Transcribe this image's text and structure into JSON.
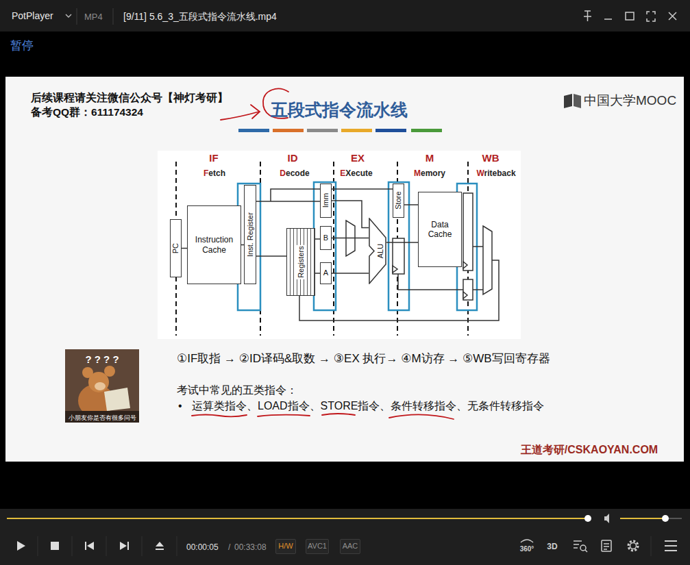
{
  "diagram": {
    "title": "五段式指令流水线",
    "nodes": [
      {
        "text": [
          "PC"
        ]
      },
      {
        "text": [
          "Instruction Cache"
        ]
      },
      {
        "text": [
          "Inst. Register"
        ]
      },
      {
        "text": [
          "Registers"
        ]
      },
      {
        "text": [
          "Imm"
        ]
      },
      {
        "text": [
          "B"
        ]
      },
      {
        "text": [
          "A"
        ]
      },
      {
        "text": [
          "ALU"
        ]
      },
      {
        "text": [
          "Store"
        ]
      },
      {
        "text": [
          "Data Cache"
        ]
      },
      {
        "text": [
          "H/W"
        ]
      },
      {
        "text": [
          "AVC1"
        ]
      },
      {
        "text": [
          "AAC"
        ]
      }
    ],
    "edges": [
      {
        "from": 0,
        "to": 1,
        "arrow": "none"
      },
      {
        "from": 1,
        "to": 2,
        "arrow": "none"
      },
      {
        "from": 2,
        "to": 3,
        "arrow": "none"
      },
      {
        "from": 2,
        "to": 4,
        "arrow": "none"
      },
      {
        "from": 3,
        "to": 5,
        "arrow": "none"
      },
      {
        "from": 3,
        "to": 6,
        "arrow": "none"
      },
      {
        "from": 4,
        "to": 7,
        "arrow": "none"
      },
      {
        "from": 5,
        "to": 7,
        "arrow": "none"
      },
      {
        "from": 6,
        "to": 7,
        "arrow": "none"
      },
      {
        "from": 7,
        "to": 9,
        "arrow": "none"
      },
      {
        "from": 8,
        "to": 9,
        "arrow": "none"
      }
    ],
    "labels": [
      "PotPlayer",
      "MP4",
      "[9/11] 5.6_3_五段式指令流水线.mp4",
      "暂停",
      "后续课程请关注微信公众号【神灯考研】",
      "备考QQ群：611174324",
      "中国大学MOOC",
      "IF",
      "Fetch",
      "ID",
      "Decode",
      "EX",
      "EXecute",
      "M",
      "Memory",
      "WB",
      "Writeback",
      "①IF取指 → ②ID译码&取数 → ③EX 执行→ ④M访存 → ⑤WB写回寄存器",
      "考试中常见的五类指令：",
      "•",
      "运算类指令、LOAD指令、STORE指令、条件转移指令、无条件转移指令",
      "? ? ? ?",
      "小朋友你是否有很多问号",
      "王道考研/CSKAOYAN.COM",
      "00:00:05",
      "/",
      "00:33:08",
      "360°",
      "3D"
    ]
  }
}
